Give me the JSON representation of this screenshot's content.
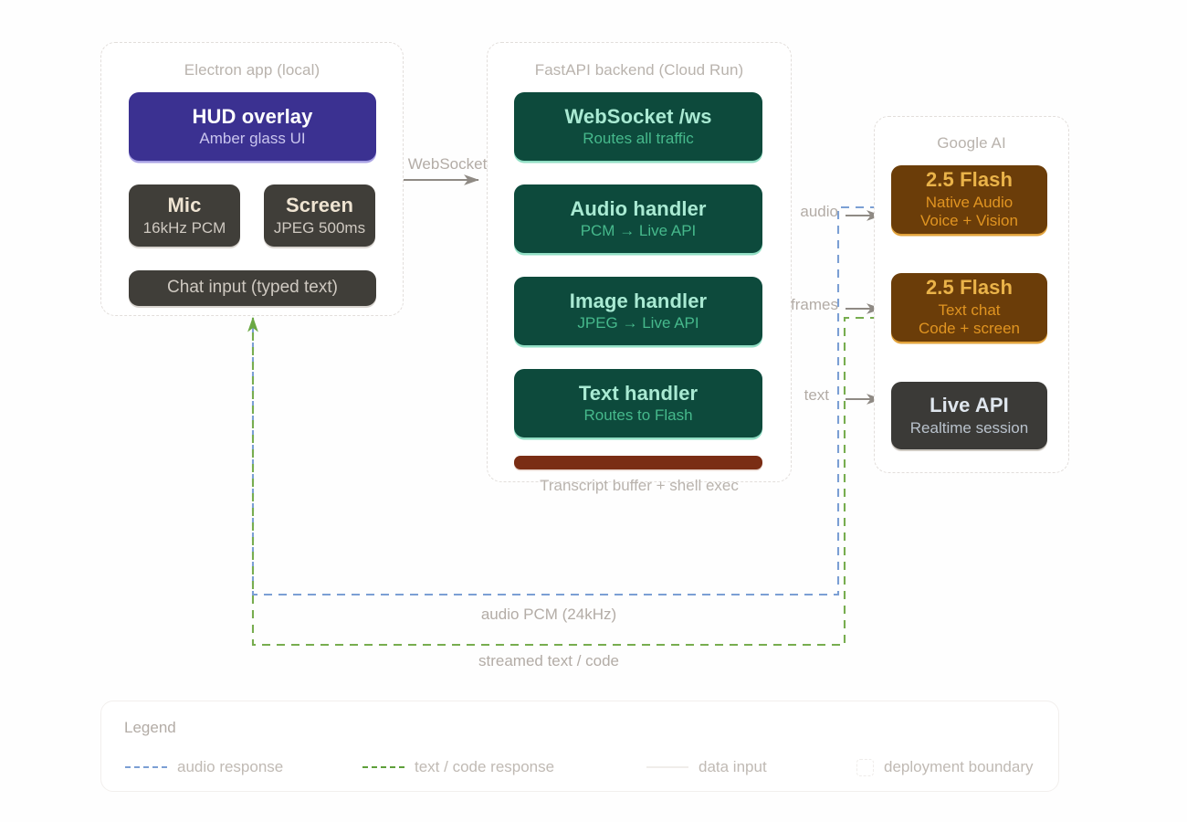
{
  "diagram": {
    "containers": [
      {
        "id": "electron",
        "title": "Electron app (local)"
      },
      {
        "id": "backend",
        "title": "FastAPI backend (Cloud Run)"
      },
      {
        "id": "google",
        "title": "Google AI"
      }
    ],
    "electron_nodes": [
      {
        "title": "HUD overlay",
        "subtitle": "Amber glass UI"
      },
      {
        "title": "Mic",
        "subtitle": "16kHz PCM"
      },
      {
        "title": "Screen",
        "subtitle": "JPEG 500ms"
      },
      {
        "title": "Chat input (typed text)"
      }
    ],
    "backend_nodes": [
      {
        "title": "WebSocket /ws",
        "subtitle": "Routes all traffic"
      },
      {
        "title": "Audio handler",
        "subtitle": "PCM → Live API"
      },
      {
        "title": "Image handler",
        "subtitle": "JPEG → Live API"
      },
      {
        "title": "Text handler",
        "subtitle": "Routes to Flash"
      }
    ],
    "backend_bar": {
      "label": "Transcript buffer + shell exec"
    },
    "google_nodes": [
      {
        "title": "2.5 Flash",
        "subtitle": "Native Audio",
        "subtitle2": "Voice + Vision"
      },
      {
        "title": "2.5 Flash",
        "subtitle": "Text chat",
        "subtitle2": "Code + screen"
      },
      {
        "title": "Live API",
        "subtitle": "Realtime session"
      }
    ],
    "edges": [
      {
        "id": "websocket",
        "label": "WebSocket"
      },
      {
        "id": "audio",
        "label": "audio"
      },
      {
        "id": "frames",
        "label": "frames"
      },
      {
        "id": "text",
        "label": "text"
      },
      {
        "id": "audio-return",
        "label": "audio PCM (24kHz)"
      },
      {
        "id": "text-return",
        "label": "streamed text / code"
      }
    ]
  },
  "legend": {
    "title": "Legend",
    "items": [
      {
        "kind": "dashed-blue",
        "label": "audio response"
      },
      {
        "kind": "dashed-green",
        "label": "text / code response"
      },
      {
        "kind": "solid",
        "label": "data input"
      },
      {
        "kind": "box",
        "label": "deployment boundary"
      }
    ]
  },
  "colors": {
    "indigo": "#3b3191",
    "gray": "#403e39",
    "green": "#0d4a3c",
    "brown": "#6b3d09",
    "dark": "#3b3a37",
    "bar_red": "#7a2d14",
    "audio_line": "#7b9fd4",
    "text_line": "#5ea03a",
    "arrow": "#8f8a84",
    "label": "#b3aca6",
    "background": "#fefefe"
  }
}
